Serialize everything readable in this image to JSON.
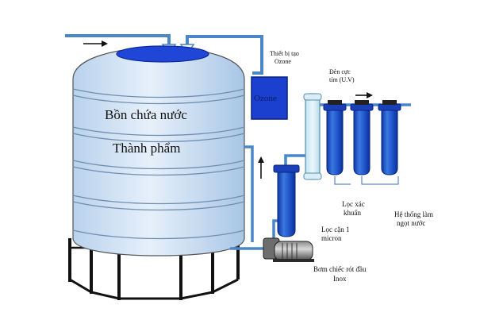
{
  "tank": {
    "line1": "Bồn chứa nước",
    "line2": "Thành phẩm"
  },
  "ozone": {
    "label_line1": "Thiết bị tạo",
    "label_line2": "Ozone",
    "box_text": "Ozone"
  },
  "uv": {
    "label_line1": "Đèn cực",
    "label_line2": "tím (U.V)"
  },
  "filters": {
    "bacteria_line1": "Lọc xác",
    "bacteria_line2": "khuẩn",
    "softening_line1": "Hệ thống làm",
    "softening_line2": "ngọt nước",
    "micron_line1": "Lọc cặn 1",
    "micron_line2": "micron"
  },
  "pump": {
    "line1": "Bơm chiếc rót đầu",
    "line2": "Inox"
  },
  "colors": {
    "pipe": "#4a86c8",
    "filter_blue": "#1d52c8",
    "tank_fill": "#c8dcf0",
    "ozone_box": "#1b3fcf",
    "uv_tube": "#d6ecf4"
  }
}
